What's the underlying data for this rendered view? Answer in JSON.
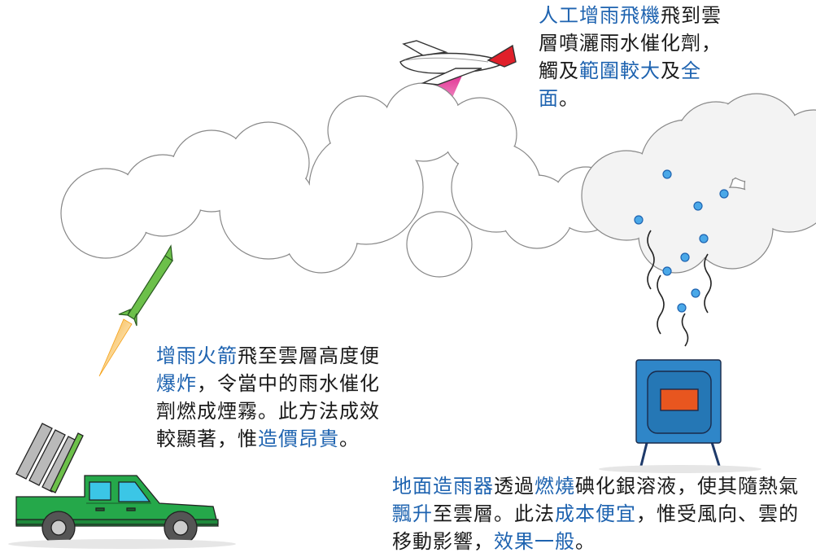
{
  "diagram": {
    "title": "人工增雨方法",
    "colors": {
      "highlight": "#1e63b0",
      "text": "#1a1a1a",
      "truck": "#25a84a",
      "rocket": "#6cc04a",
      "generator": "#2f86c8",
      "generator_window": "#e8561f",
      "plane_tail": "#e0202a",
      "spray": "#e0208a",
      "droplet": "#4aa8e8"
    },
    "methods": [
      {
        "id": "plane",
        "icon": "airplane-icon",
        "segments": [
          {
            "text": "人工增雨飛機",
            "hl": true
          },
          {
            "text": "飛到雲層噴灑雨水催化劑，觸及",
            "hl": false
          },
          {
            "text": "範圍較大",
            "hl": true
          },
          {
            "text": "及",
            "hl": false
          },
          {
            "text": "全面",
            "hl": true
          },
          {
            "text": "。",
            "hl": false
          }
        ]
      },
      {
        "id": "rocket",
        "icon": "rocket-icon",
        "segments": [
          {
            "text": "增雨火箭",
            "hl": true
          },
          {
            "text": "飛至雲層高度便",
            "hl": false
          },
          {
            "text": "爆炸",
            "hl": true
          },
          {
            "text": "，令當中的雨水催化劑燃成煙霧。此方法成效較顯著，惟",
            "hl": false
          },
          {
            "text": "造價昂貴",
            "hl": true
          },
          {
            "text": "。",
            "hl": false
          }
        ]
      },
      {
        "id": "ground",
        "icon": "ground-generator-icon",
        "segments": [
          {
            "text": "地面造雨器",
            "hl": true
          },
          {
            "text": "透過",
            "hl": false
          },
          {
            "text": "燃燒",
            "hl": true
          },
          {
            "text": "碘化銀溶液，使其隨熱氣",
            "hl": false
          },
          {
            "text": "飄升",
            "hl": true
          },
          {
            "text": "至雲層。此法",
            "hl": false
          },
          {
            "text": "成本便宜",
            "hl": true
          },
          {
            "text": "，惟受風向、雲的移動影響，",
            "hl": false
          },
          {
            "text": "效果一般",
            "hl": true
          },
          {
            "text": "。",
            "hl": false
          }
        ]
      }
    ]
  }
}
